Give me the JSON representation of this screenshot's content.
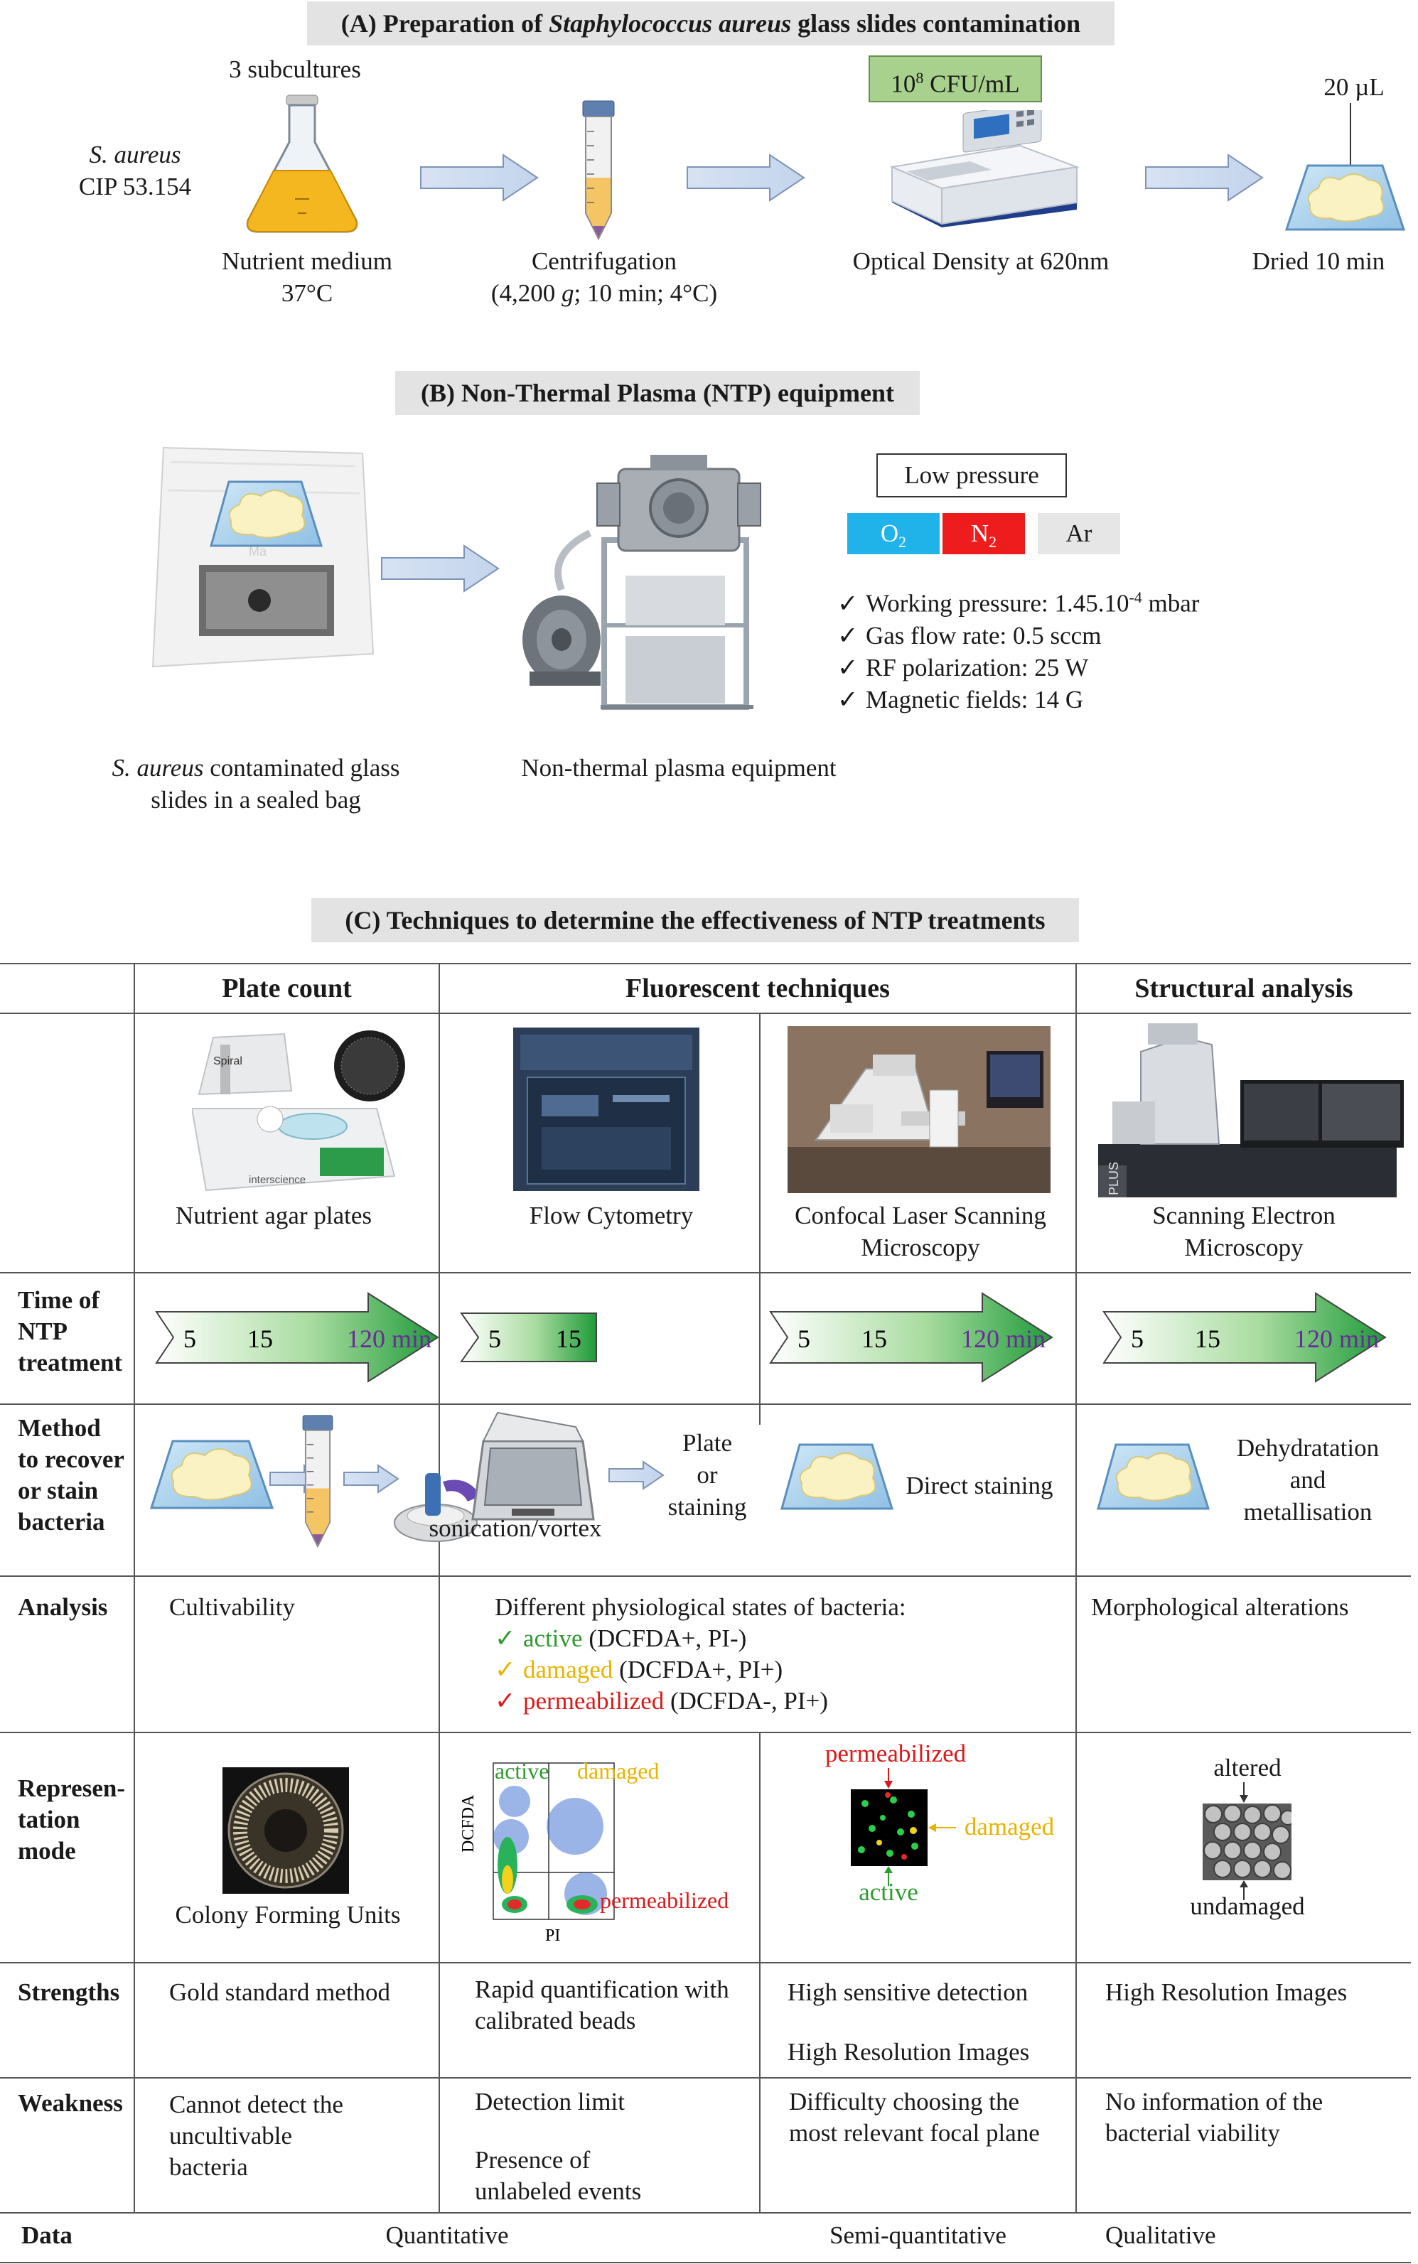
{
  "colors": {
    "title_bg": "#e3e3e3",
    "green_box": "#a9d18e",
    "o2": "#1fb3ea",
    "n2": "#ee1c1c",
    "ar": "#e6e6e6",
    "active": "#2e9b2e",
    "damaged": "#e8b400",
    "permeabilized": "#d91a1a",
    "time_end": "#6a2a9a"
  },
  "sectionA": {
    "title_pre": "(A) Preparation of ",
    "title_italic": "Staphylococcus aureus",
    "title_post": " glass slides contamination",
    "strain_italic": "S. aureus",
    "strain_code": "CIP 53.154",
    "subcultures": "3 subcultures",
    "flask_cap1": "Nutrient medium",
    "flask_cap2": "37°C",
    "centri_cap1": "Centrifugation",
    "centri_cap2_pre": "(4,200 ",
    "centri_cap2_g": "g",
    "centri_cap2_post": "; 10 min; 4°C)",
    "cfu_base": "10",
    "cfu_exp": "8",
    "cfu_unit": " CFU/mL",
    "od_cap": "Optical Density at 620nm",
    "vol": "20 µL",
    "dried_cap": "Dried 10 min"
  },
  "sectionB": {
    "title": "(B) Non-Thermal Plasma (NTP) equipment",
    "pressure": "Low pressure",
    "gas_o2_base": "O",
    "gas_o2_sub": "2",
    "gas_n2_base": "N",
    "gas_n2_sub": "2",
    "gas_ar": "Ar",
    "check": "✓",
    "p1_pre": "Working pressure: 1.45.10",
    "p1_sup": "-4",
    "p1_post": " mbar",
    "p2": "Gas flow rate: 0.5 sccm",
    "p3": "RF polarization: 25 W",
    "p4": "Magnetic fields: 14 G",
    "bag_cap_italic": "S. aureus",
    "bag_cap_rest": " contaminated glass",
    "bag_cap2": "slides in a sealed bag",
    "equip_cap": "Non-thermal plasma equipment"
  },
  "sectionC": {
    "title": "(C)  Techniques to determine the effectiveness of NTP treatments",
    "headers": {
      "plate": "Plate count",
      "fluo": "Fluorescent techniques",
      "struct": "Structural analysis"
    },
    "techniques": {
      "plate": "Nutrient agar plates",
      "flow": "Flow Cytometry",
      "clsm1": "Confocal Laser Scanning",
      "clsm2": "Microscopy",
      "sem1": "Scanning Electron",
      "sem2": "Microscopy",
      "spiral": "Spiral",
      "interscience": "interscience",
      "plus": "PLUS"
    },
    "rows": {
      "time1": "Time of",
      "time2": "NTP",
      "time3": "treatment",
      "method1": "Method",
      "method2": "to recover",
      "method3": "or stain",
      "method4": "bacteria",
      "analysis": "Analysis",
      "rep1": "Represen-",
      "rep2": "tation",
      "rep3": "mode",
      "strengths": "Strengths",
      "weakness": "Weakness",
      "data": "Data"
    },
    "time": {
      "t1": "5",
      "t2": "15",
      "t3": "120",
      "unit": " min"
    },
    "method": {
      "sonication": "sonication/vortex",
      "plate1": "Plate",
      "plate2": "or",
      "plate3": "staining",
      "direct": "Direct staining",
      "dehyd1": "Dehydratation",
      "dehyd2": "and",
      "dehyd3": "metallisation"
    },
    "analysis": {
      "cultivability": "Cultivability",
      "physio": "Different physiological states of bacteria:",
      "check": "✓",
      "active": "active",
      "active_rest": " (DCFDA+, PI-)",
      "damaged": "damaged",
      "damaged_rest": " (DCFDA+, PI+)",
      "perm": "permeabilized",
      "perm_rest": " (DCFDA-, PI+)",
      "morpho": "Morphological alterations"
    },
    "rep": {
      "cfu": "Colony Forming Units",
      "fc_active": "active",
      "fc_damaged": "damaged",
      "fc_perm": "permeabilized",
      "fc_y": "DCFDA",
      "fc_x": "PI",
      "clsm_perm": "permeabilized",
      "clsm_damaged": "damaged",
      "clsm_active": "active",
      "sem_altered": "altered",
      "sem_undamaged": "undamaged"
    },
    "strengths": {
      "plate": "Gold standard method",
      "flow1": "Rapid quantification with",
      "flow2": "calibrated beads",
      "clsm1": "High sensitive detection",
      "clsm2": "High Resolution Images",
      "sem": "High Resolution Images"
    },
    "weakness": {
      "plate1": "Cannot detect the",
      "plate2": "uncultivable",
      "plate3": "bacteria",
      "flow1": "Detection limit",
      "flow2": "Presence of",
      "flow3": "unlabeled events",
      "clsm1": "Difficulty choosing the",
      "clsm2": "most relevant focal plane",
      "sem1": "No information of the",
      "sem2": "bacterial viability"
    },
    "data": {
      "quant": "Quantitative",
      "semi": "Semi-quantitative",
      "qual": "Qualitative"
    }
  }
}
